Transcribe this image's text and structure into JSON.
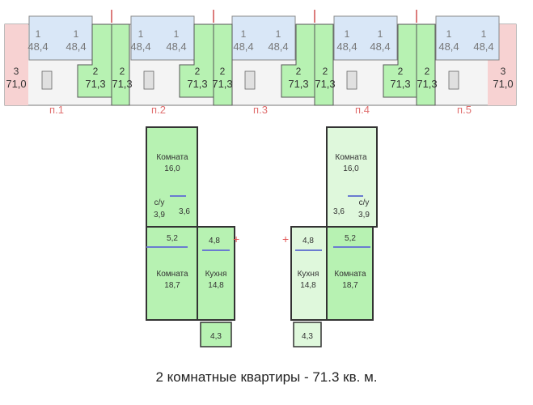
{
  "strip": {
    "units": [
      {
        "rooms": "3",
        "area": "71,0",
        "fill": "pink"
      },
      {
        "rooms": "1",
        "area": "48,4",
        "fill": "blue"
      },
      {
        "rooms": "1",
        "area": "48,4",
        "fill": "blue"
      },
      {
        "rooms": "2",
        "area": "71,3",
        "fill": "green"
      },
      {
        "rooms": "2",
        "area": "71,3",
        "fill": "green"
      },
      {
        "rooms": "1",
        "area": "48,4",
        "fill": "blue"
      },
      {
        "rooms": "1",
        "area": "48,4",
        "fill": "blue"
      },
      {
        "rooms": "2",
        "area": "71,3",
        "fill": "green"
      },
      {
        "rooms": "2",
        "area": "71,3",
        "fill": "green"
      },
      {
        "rooms": "1",
        "area": "48,4",
        "fill": "blue"
      },
      {
        "rooms": "1",
        "area": "48,4",
        "fill": "blue"
      },
      {
        "rooms": "2",
        "area": "71,3",
        "fill": "green"
      },
      {
        "rooms": "2",
        "area": "71,3",
        "fill": "green"
      },
      {
        "rooms": "1",
        "area": "48,4",
        "fill": "blue"
      },
      {
        "rooms": "1",
        "area": "48,4",
        "fill": "blue"
      },
      {
        "rooms": "2",
        "area": "71,3",
        "fill": "green"
      },
      {
        "rooms": "2",
        "area": "71,3",
        "fill": "green"
      },
      {
        "rooms": "1",
        "area": "48,4",
        "fill": "blue"
      },
      {
        "rooms": "1",
        "area": "48,4",
        "fill": "blue"
      },
      {
        "rooms": "3",
        "area": "71,0",
        "fill": "pink"
      }
    ],
    "entrances": [
      "п.1",
      "п.2",
      "п.3",
      "п.4",
      "п.5"
    ]
  },
  "plans": {
    "left": {
      "room_top_label": "Комната",
      "room_top_area": "16,0",
      "bath_label": "с/у",
      "bath_area": "3,9",
      "corridor_area": "3,6",
      "hall_area": "5,2",
      "kitchen_hall_area": "4,8",
      "room_bottom_label": "Комната",
      "room_bottom_area": "18,7",
      "kitchen_label": "Кухня",
      "kitchen_area": "14,8",
      "balcony_area": "4,3"
    },
    "right": {
      "room_top_label": "Комната",
      "room_top_area": "16,0",
      "bath_label": "с/у",
      "bath_area": "3,9",
      "corridor_area": "3,6",
      "hall_area": "5,2",
      "kitchen_hall_area": "4,8",
      "room_bottom_label": "Комната",
      "room_bottom_area": "18,7",
      "kitchen_label": "Кухня",
      "kitchen_area": "14,8",
      "balcony_area": "4,3"
    }
  },
  "caption": "2 комнатные квартиры - 71.3 кв. м.",
  "colors": {
    "green": "#b7f2b2",
    "green_light": "#dff8dc",
    "blue": "#d9e7f7",
    "pink": "#f7d2d2",
    "wall": "#333333",
    "entrance_text": "#e07070",
    "entrance_tick": "#d05050",
    "door": "#e05050",
    "stair": "#d8d8d8"
  }
}
